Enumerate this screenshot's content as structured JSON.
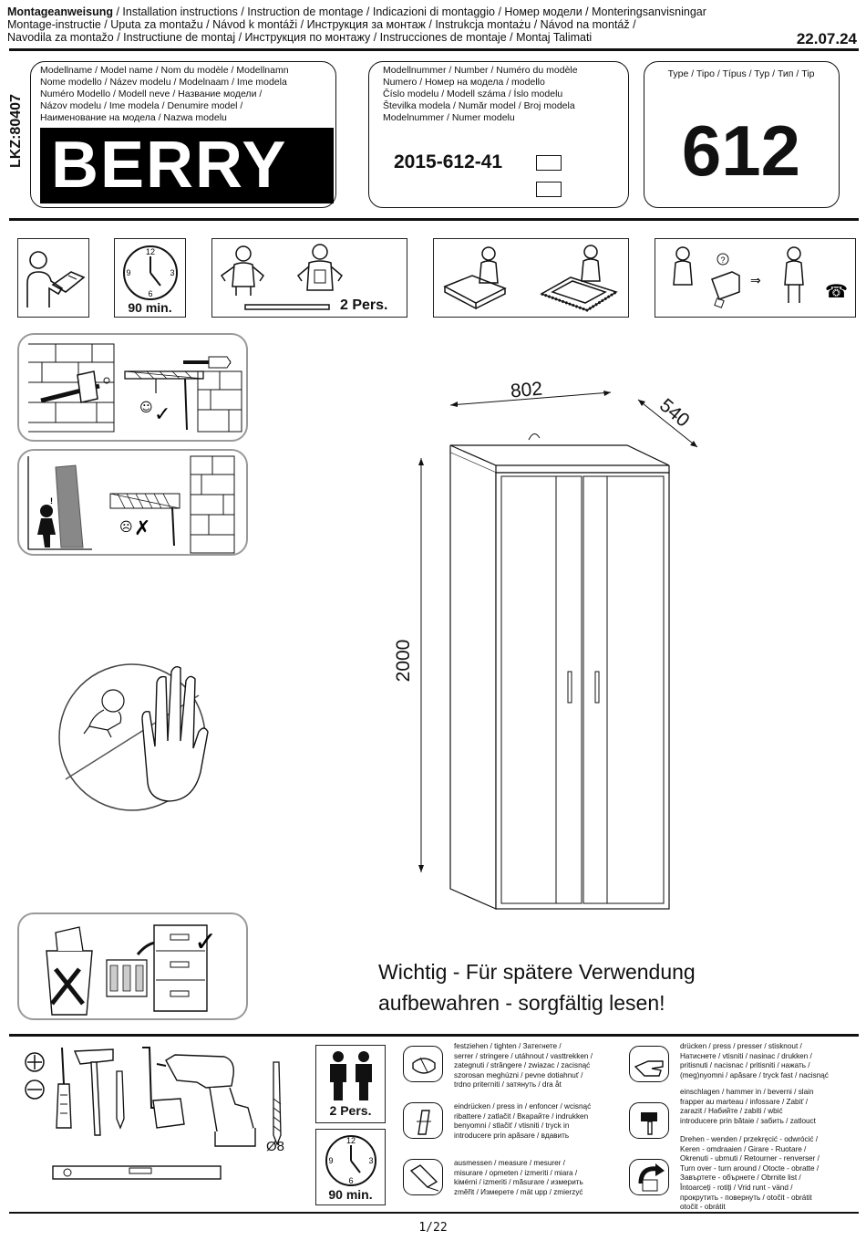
{
  "header": {
    "title_bold": "Montageanweisung",
    "line1_rest": " / Installation instructions / Instruction de montage / Indicazioni di montaggio / Номер модели / Monteringsanvisningar",
    "line2": "Montage-instructie / Uputa za montažu / Návod k montáži / Инструкция за монтаж / Instrukcja montażu / Návod na montáž /",
    "line3": "Navodila za montažo / Instructiune de montaj / Инструкция по монтажу / Instrucciones de montaje / Montaj Talimati",
    "date": "22.07.24",
    "lkz": "LKZ:80407"
  },
  "model_name_box": {
    "labels": [
      "Modellname / Model name / Nom du modèle / Modellnamn",
      "Nome modello / Název modelu / Modelnaam / Ime modela",
      "Numéro Modello / Modell neve / Название модели /",
      "Názov modelu / Ime modela / Denumire model /",
      "Наименование на модела / Nazwa modelu"
    ],
    "name": "BERRY"
  },
  "model_number_box": {
    "labels": [
      "Modellnummer / Number / Numéro du modèle",
      "Numero / Номер на модела / modello",
      "Číslo modelu / Modell száma / Íslo modelu",
      "Številka modela / Număr model / Broj modela",
      "Modelnummer / Numer modelu"
    ],
    "number": "2015-612-41"
  },
  "type_box": {
    "label": "Type / Tipo / Típus / Typ / Тип / Tip",
    "value": "612"
  },
  "intro_icons": {
    "time_label": "90 min.",
    "persons_label": "2 Pers."
  },
  "dimensions": {
    "width": "802",
    "depth": "540",
    "height": "2000"
  },
  "notice": {
    "line1": "Wichtig - Für spätere Verwendung",
    "line2": "aufbewahren - sorgfältig lesen!"
  },
  "tools": {
    "drill_size": "Ø8",
    "persons_label": "2 Pers.",
    "time_label": "90 min."
  },
  "legend_left": [
    {
      "icon": "tighten-icon",
      "lines": [
        "festziehen / tighten / Затегнете /",
        "serrer / stringere / utáhnout / vasttrekken /",
        "zategnuti / strângere / zwiazac / zacisnąć",
        "szorosan meghúzni / pevne dotiahnuť /",
        "trdno priteгniti / затянуть / dra åt"
      ]
    },
    {
      "icon": "press-in-icon",
      "lines": [
        "eindrücken / press in / enfoncer / wcisnąć",
        "ribattere / zatlačit / Вкарайте / indrukken",
        "benyomni / stlačiť / vtisniti / tryck in",
        "introducere prin apăsare / вдавить"
      ]
    },
    {
      "icon": "measure-icon",
      "lines": [
        "ausmessen / measure / mesurer /",
        "misurare / opmeten / izmeriti / miara /",
        "kiмérni / izmeriti / măsurare / измерить",
        "změřit / Измерете / mät upp / zmierzyć"
      ]
    }
  ],
  "legend_right": [
    {
      "icon": "press-hand-icon",
      "lines": [
        "drücken / press / presser / stisknout /",
        "Натиснете / vtisniti / nasinac / drukken /",
        "pritisnuti / nacisnac / pritisniti / нажать /",
        "(meg)nyomni / apăsare / tryck fast / nacisnąć"
      ]
    },
    {
      "icon": "hammer-icon",
      "lines": [
        "einschlagen / hammer in / beverni / slain",
        "frapper au marteau / infossare / Zabiť /",
        "zarazit / Набийте / zabiti / wbić",
        "introducere prin bătaie / забить / zatlouct"
      ]
    },
    {
      "icon": "turn-icon",
      "lines": [
        "Drehen - wenden / przekręcić - odwrócić /",
        "Keren - omdraaien / Girare - Ruotare /",
        "Okrenuti - ubrnuti / Retourner - renverser /",
        "Turn over - turn around / Otocte - obratte /",
        "Завъртете - обърнете / Obrnite list /",
        "Întoarceți - rotiți / Vrid runt - vänd /",
        "прокрутить - повернуть / otočit - obrátit",
        "otočit - obrátit"
      ]
    }
  ],
  "footer": {
    "page": "1/22"
  }
}
